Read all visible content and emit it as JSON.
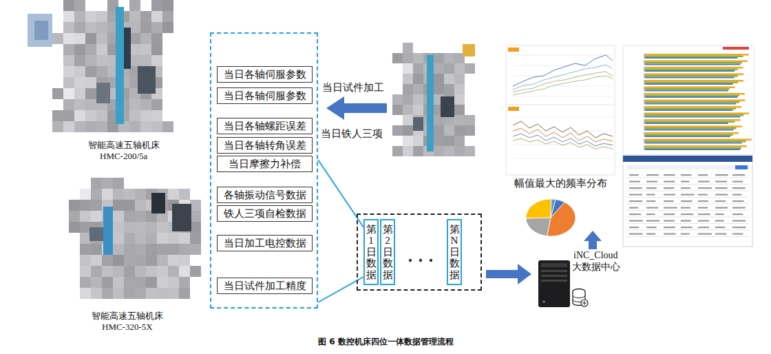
{
  "diagram": {
    "caption": "图 6 数控机床四位一体数据管理流程",
    "nodes": [
      {
        "text": []
      },
      {
        "text": [
          "当日各轴伺服参数"
        ],
        "in": 0
      },
      {
        "text": [
          "当日各轴伺服参数"
        ],
        "in": 0
      },
      {
        "text": [
          "当日各轴螺距误差"
        ],
        "in": 0
      },
      {
        "text": [
          "当日各轴转角误差"
        ],
        "in": 0
      },
      {
        "text": [
          "当日摩擦力补偿"
        ],
        "in": 0
      },
      {
        "text": [
          "各轴振动信号数据"
        ],
        "in": 0
      },
      {
        "text": [
          "铁人三项自检数据"
        ],
        "in": 0
      },
      {
        "text": [
          "当日加工电控数据"
        ],
        "in": 0
      },
      {
        "text": [
          "当日试件加工精度"
        ],
        "in": 0
      },
      {
        "text": []
      },
      {
        "text": [
          "第1日数据"
        ],
        "in": 10
      },
      {
        "text": [
          "第2日数据"
        ],
        "in": 10
      },
      {
        "text": [
          "第N日数据"
        ],
        "in": 10
      }
    ],
    "edges": [
      {
        "from": 0,
        "to": 11,
        "arrow": "none"
      },
      {
        "from": 0,
        "to": 11,
        "arrow": "none"
      }
    ],
    "labels": [
      "智能高速五轴机床",
      "HMC-200/5a",
      "当日试件加工",
      "当日铁人三项",
      "幅值最大的频率分布",
      "iNC_Cloud",
      "大数据中心",
      "智能高速五轴机床",
      "HMC-320-5X"
    ]
  }
}
